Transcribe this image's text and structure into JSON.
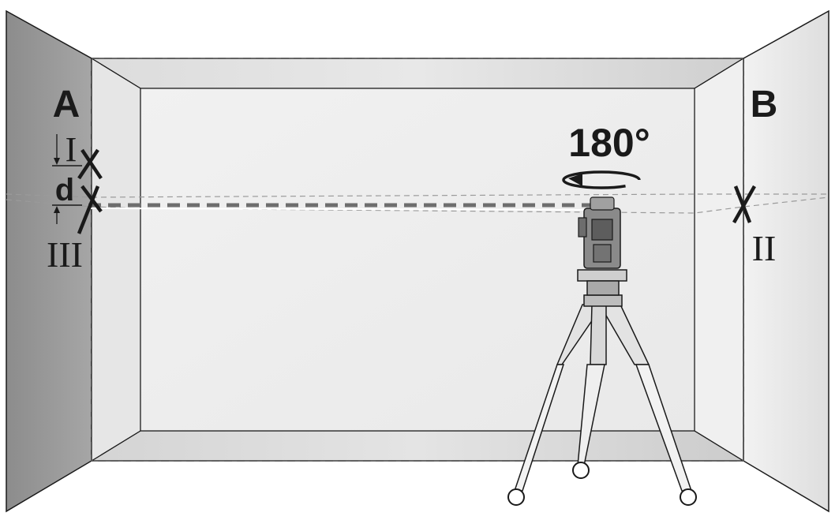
{
  "diagram": {
    "wall_a_label": "A",
    "wall_b_label": "B",
    "rotation_label": "180°",
    "mark_i_label": "I",
    "mark_ii_label": "II",
    "mark_iii_label": "III",
    "distance_label": "d"
  },
  "colors": {
    "side_wall_dark": "#8f8f8f",
    "side_wall_light": "#e9e9e9",
    "ceiling_floor": "#cfcfcf",
    "back_wall": "#efefef",
    "laser_line": "#7a7a7a",
    "outline": "#1a1a1a"
  }
}
